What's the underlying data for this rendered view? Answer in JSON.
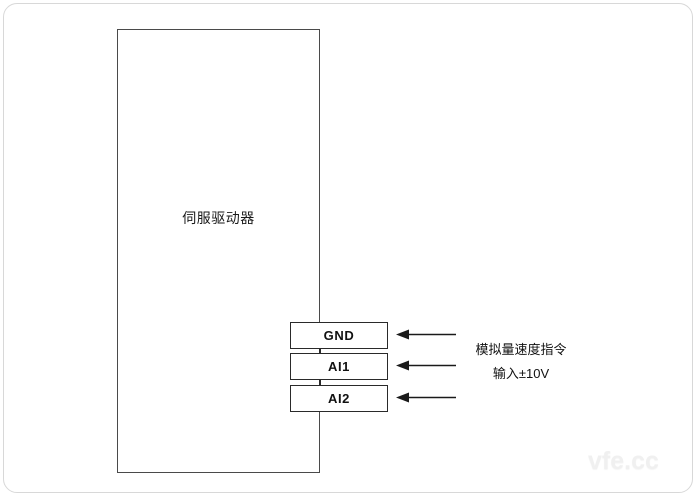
{
  "diagram": {
    "driver": {
      "label": "伺服驱动器"
    },
    "terminals": [
      {
        "label": "GND",
        "name": "terminal-gnd"
      },
      {
        "label": "AI1",
        "name": "terminal-ai1"
      },
      {
        "label": "AI2",
        "name": "terminal-ai2"
      }
    ],
    "annotation": {
      "line1": "模拟量速度指令",
      "line2": "输入±10V"
    },
    "watermark": "vfe.cc",
    "colors": {
      "frame_border": "#d8d8d8",
      "block_border": "#4a4a4a",
      "terminal_border": "#2a2a2a",
      "arrow": "#1a1a1a",
      "text": "#111111",
      "watermark": "#f0f0f0",
      "background": "#ffffff"
    }
  }
}
